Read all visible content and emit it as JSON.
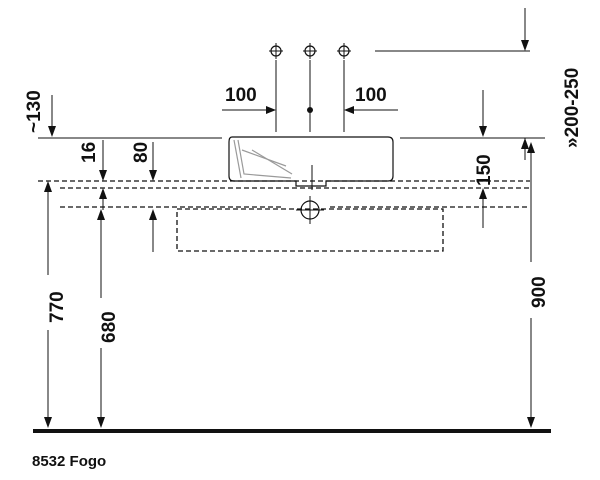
{
  "drawing": {
    "caption": "8532 Fogo",
    "dimensions": {
      "overflow_height": "~130",
      "tap_range": "»200-250",
      "spacing_left": "100",
      "spacing_right": "100",
      "rim_thickness": "16",
      "basin_height": "80",
      "drain_offset": "150",
      "height_770": "770",
      "height_680": "680",
      "height_900": "900"
    }
  }
}
